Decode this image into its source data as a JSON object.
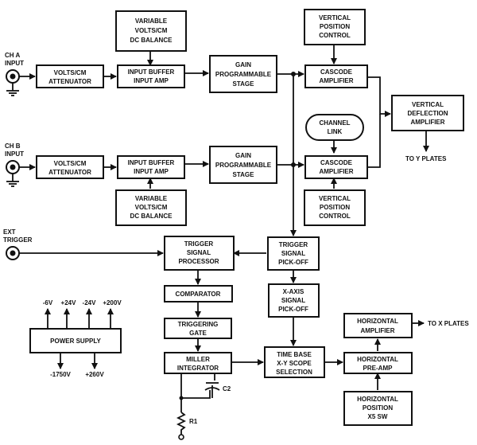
{
  "colors": {
    "ink": "#111111",
    "background": "#ffffff"
  },
  "blocks": {
    "var_top": [
      "VARIABLE",
      "VOLTS/CM",
      "DC BALANCE"
    ],
    "vpos_top": [
      "VERTICAL",
      "POSITION",
      "CONTROL"
    ],
    "atten_a": [
      "VOLTS/CM",
      "ATTENUATOR"
    ],
    "buffer_a": [
      "INPUT BUFFER",
      "INPUT AMP"
    ],
    "gain_a": [
      "GAIN",
      "PROGRAMMABLE",
      "STAGE"
    ],
    "cascode_a": [
      "CASCODE",
      "AMPLIFIER"
    ],
    "vdefl": [
      "VERTICAL",
      "DEFLECTION",
      "AMPLIFIER"
    ],
    "channel_link": [
      "CHANNEL",
      "LINK"
    ],
    "atten_b": [
      "VOLTS/CM",
      "ATTENUATOR"
    ],
    "buffer_b": [
      "INPUT BUFFER",
      "INPUT AMP"
    ],
    "gain_b": [
      "GAIN",
      "PROGRAMMABLE",
      "STAGE"
    ],
    "cascode_b": [
      "CASCODE",
      "AMPLIFIER"
    ],
    "var_bot": [
      "VARIABLE",
      "VOLTS/CM",
      "DC BALANCE"
    ],
    "vpos_bot": [
      "VERTICAL",
      "POSITION",
      "CONTROL"
    ],
    "trig_proc": [
      "TRIGGER",
      "SIGNAL",
      "PROCESSOR"
    ],
    "trig_pick": [
      "TRIGGER",
      "SIGNAL",
      "PICK-OFF"
    ],
    "comparator": [
      "COMPARATOR"
    ],
    "xaxis_pick": [
      "X-AXIS",
      "SIGNAL",
      "PICK-OFF"
    ],
    "trig_gate": [
      "TRIGGERING",
      "GATE"
    ],
    "miller": [
      "MILLER",
      "INTEGRATOR"
    ],
    "timebase": [
      "TIME BASE",
      "X-Y SCOPE",
      "SELECTION"
    ],
    "hamp": [
      "HORIZONTAL",
      "AMPLIFIER"
    ],
    "hpre": [
      "HORIZONTAL",
      "PRE-AMP"
    ],
    "hpos": [
      "HORIZONTAL",
      "POSITION",
      "X5 SW"
    ],
    "power_supply": [
      "POWER SUPPLY"
    ]
  },
  "labels": {
    "ch_a": [
      "CH A",
      "INPUT"
    ],
    "ch_b": [
      "CH B",
      "INPUT"
    ],
    "ext": [
      "EXT",
      "TRIGGER"
    ],
    "to_y": "TO Y PLATES",
    "to_x": "TO X PLATES",
    "c2": "C2",
    "r1": "R1",
    "v_neg6": "-6V",
    "v_p24": "+24V",
    "v_neg24": "-24V",
    "v_p200": "+200V",
    "v_neg1750": "-1750V",
    "v_p260": "+260V"
  }
}
